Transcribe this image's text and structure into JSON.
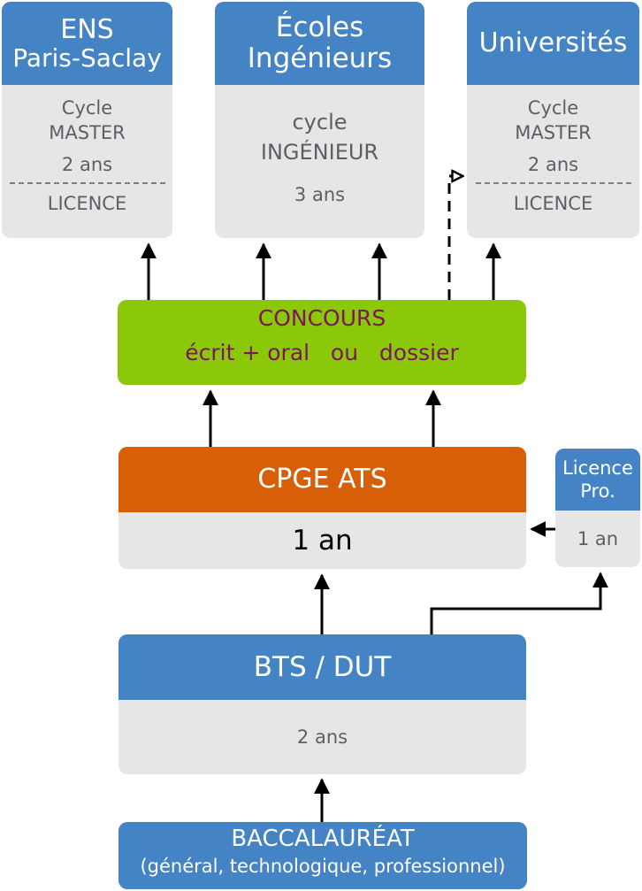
{
  "ens": {
    "title1": "ENS",
    "title2": "Paris-Saclay",
    "line1": "Cycle",
    "line2": "MASTER",
    "line3": "2 ans",
    "line4": "LICENCE"
  },
  "ecoles": {
    "title1": "Écoles",
    "title2": "Ingénieurs",
    "line1": "cycle",
    "line2": "INGÉNIEUR",
    "line3": "3 ans"
  },
  "universites": {
    "title": "Universités",
    "line1": "Cycle",
    "line2": "MASTER",
    "line3": "2 ans",
    "line4": "LICENCE"
  },
  "concours": {
    "title": "CONCOURS",
    "subtitle": "écrit + oral   ou   dossier"
  },
  "cpge": {
    "title": "CPGE ATS",
    "duration": "1 an"
  },
  "licence_pro": {
    "title1": "Licence",
    "title2": "Pro.",
    "duration": "1 an"
  },
  "bts": {
    "title": "BTS / DUT",
    "duration": "2 ans"
  },
  "bac": {
    "title": "BACCALAURÉAT",
    "subtitle": "(général, technologique, professionnel)"
  },
  "colors": {
    "blue": "#4484c4",
    "green": "#8cc80a",
    "orange": "#d65f08",
    "grey": "#e6e6e6",
    "purple": "#7d155d"
  }
}
